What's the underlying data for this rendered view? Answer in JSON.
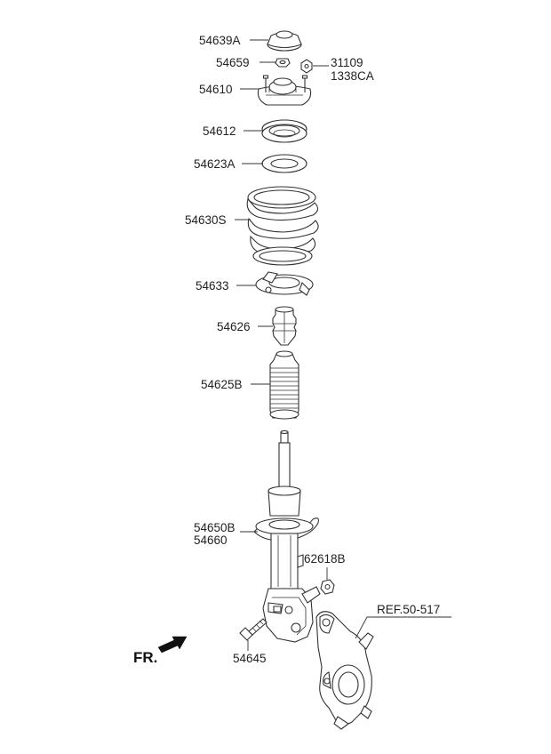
{
  "labels": {
    "p54639A": "54639A",
    "p54659": "54659",
    "p31109": "31109",
    "p1338CA": "1338CA",
    "p54610": "54610",
    "p54612": "54612",
    "p54623A": "54623A",
    "p54630S": "54630S",
    "p54633": "54633",
    "p54626": "54626",
    "p54625B": "54625B",
    "p54650B": "54650B",
    "p54660": "54660",
    "p62618B": "62618B",
    "ref": "REF.50-517",
    "p54645": "54645",
    "fr": "FR."
  }
}
